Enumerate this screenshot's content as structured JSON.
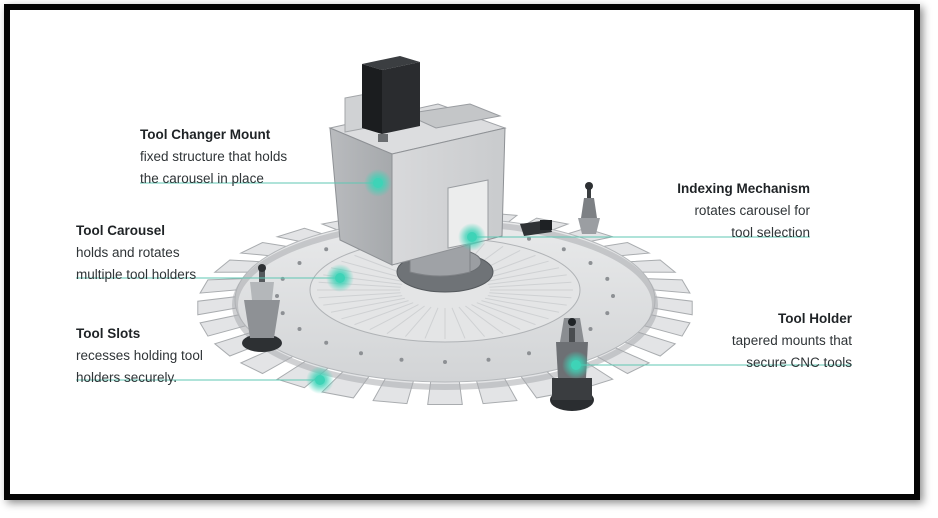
{
  "colors": {
    "accent": "#3ed3b7",
    "leader_line": "#5fc7b3",
    "metal_light": "#e6e7e8",
    "metal_mid": "#c4c6c8",
    "metal_dark": "#8d9094",
    "text": "#2f3437",
    "frame": "#050505"
  },
  "callouts": {
    "tool_changer_mount": {
      "title": "Tool Changer Mount",
      "line1": "fixed structure that holds",
      "line2": "the carousel in place"
    },
    "tool_carousel": {
      "title": "Tool Carousel",
      "line1": "holds and rotates",
      "line2": "multiple tool holders"
    },
    "tool_slots": {
      "title": "Tool Slots",
      "line1": "recesses holding tool",
      "line2": "holders securely."
    },
    "indexing_mechanism": {
      "title": "Indexing Mechanism",
      "line1": "rotates carousel for",
      "line2": "tool selection"
    },
    "tool_holder": {
      "title": "Tool Holder",
      "line1": "tapered mounts that",
      "line2": "secure CNC tools"
    }
  }
}
